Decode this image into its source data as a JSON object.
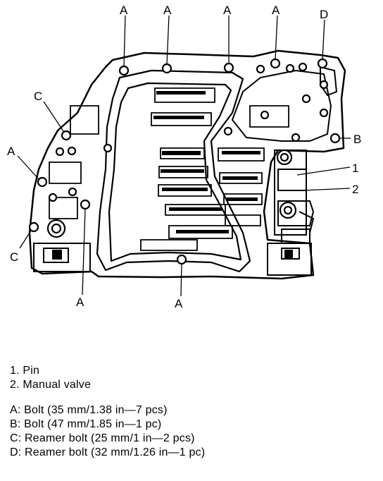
{
  "callouts": {
    "a_top_1": "A",
    "a_top_2": "A",
    "a_top_3": "A",
    "a_top_4": "A",
    "d_top": "D",
    "c_left_upper": "C",
    "a_left": "A",
    "b_right": "B",
    "pin_number": "1",
    "valve_number": "2",
    "c_left_lower": "C",
    "a_bottom_left": "A",
    "a_bottom_mid": "A"
  },
  "legend": {
    "items": [
      "1. Pin",
      "2. Manual valve"
    ],
    "bolts": [
      "A: Bolt (35 mm/1.38 in—7 pcs)",
      "B: Bolt (47 mm/1.85 in—1 pc)",
      "C: Reamer bolt (25 mm/1 in—2 pcs)",
      "D: Reamer bolt (32 mm/1.26 in—1 pc)"
    ]
  }
}
